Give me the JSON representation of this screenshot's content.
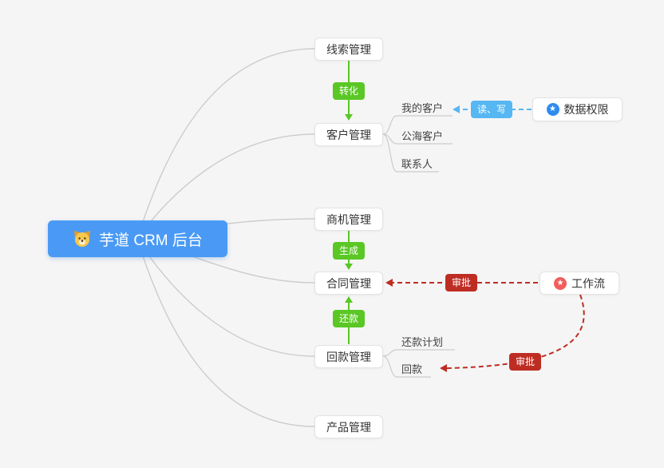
{
  "root": {
    "label": "芋道 CRM 后台"
  },
  "topics": {
    "leads": {
      "label": "线索管理"
    },
    "customer": {
      "label": "客户管理"
    },
    "opportunity": {
      "label": "商机管理"
    },
    "contract": {
      "label": "合同管理"
    },
    "receivable": {
      "label": "回款管理"
    },
    "product": {
      "label": "产品管理"
    }
  },
  "customer_children": {
    "my_customer": {
      "label": "我的客户"
    },
    "public_pool": {
      "label": "公海客户"
    },
    "contact": {
      "label": "联系人"
    }
  },
  "receivable_children": {
    "repayment_plan": {
      "label": "还款计划"
    },
    "payment": {
      "label": "回款"
    }
  },
  "side_nodes": {
    "data_permission": {
      "label": "数据权限"
    },
    "workflow": {
      "label": "工作流"
    }
  },
  "edge_labels": {
    "convert": {
      "label": "转化"
    },
    "generate": {
      "label": "生成"
    },
    "repay": {
      "label": "还款"
    },
    "read_write": {
      "label": "读、写"
    },
    "approve_contract": {
      "label": "审批"
    },
    "approve_payment": {
      "label": "审批"
    }
  },
  "icons": {
    "star": "★"
  },
  "colors": {
    "background": "#f5f5f5",
    "root_blue": "#4a9af5",
    "green": "#5ac725",
    "light_blue": "#56b7f3",
    "red": "#be2d23",
    "line_gray": "#cccccc",
    "node_border": "#e3e3e3",
    "text": "#333333",
    "icon_blue": "#2e8bf0",
    "icon_red": "#f25d5d"
  }
}
